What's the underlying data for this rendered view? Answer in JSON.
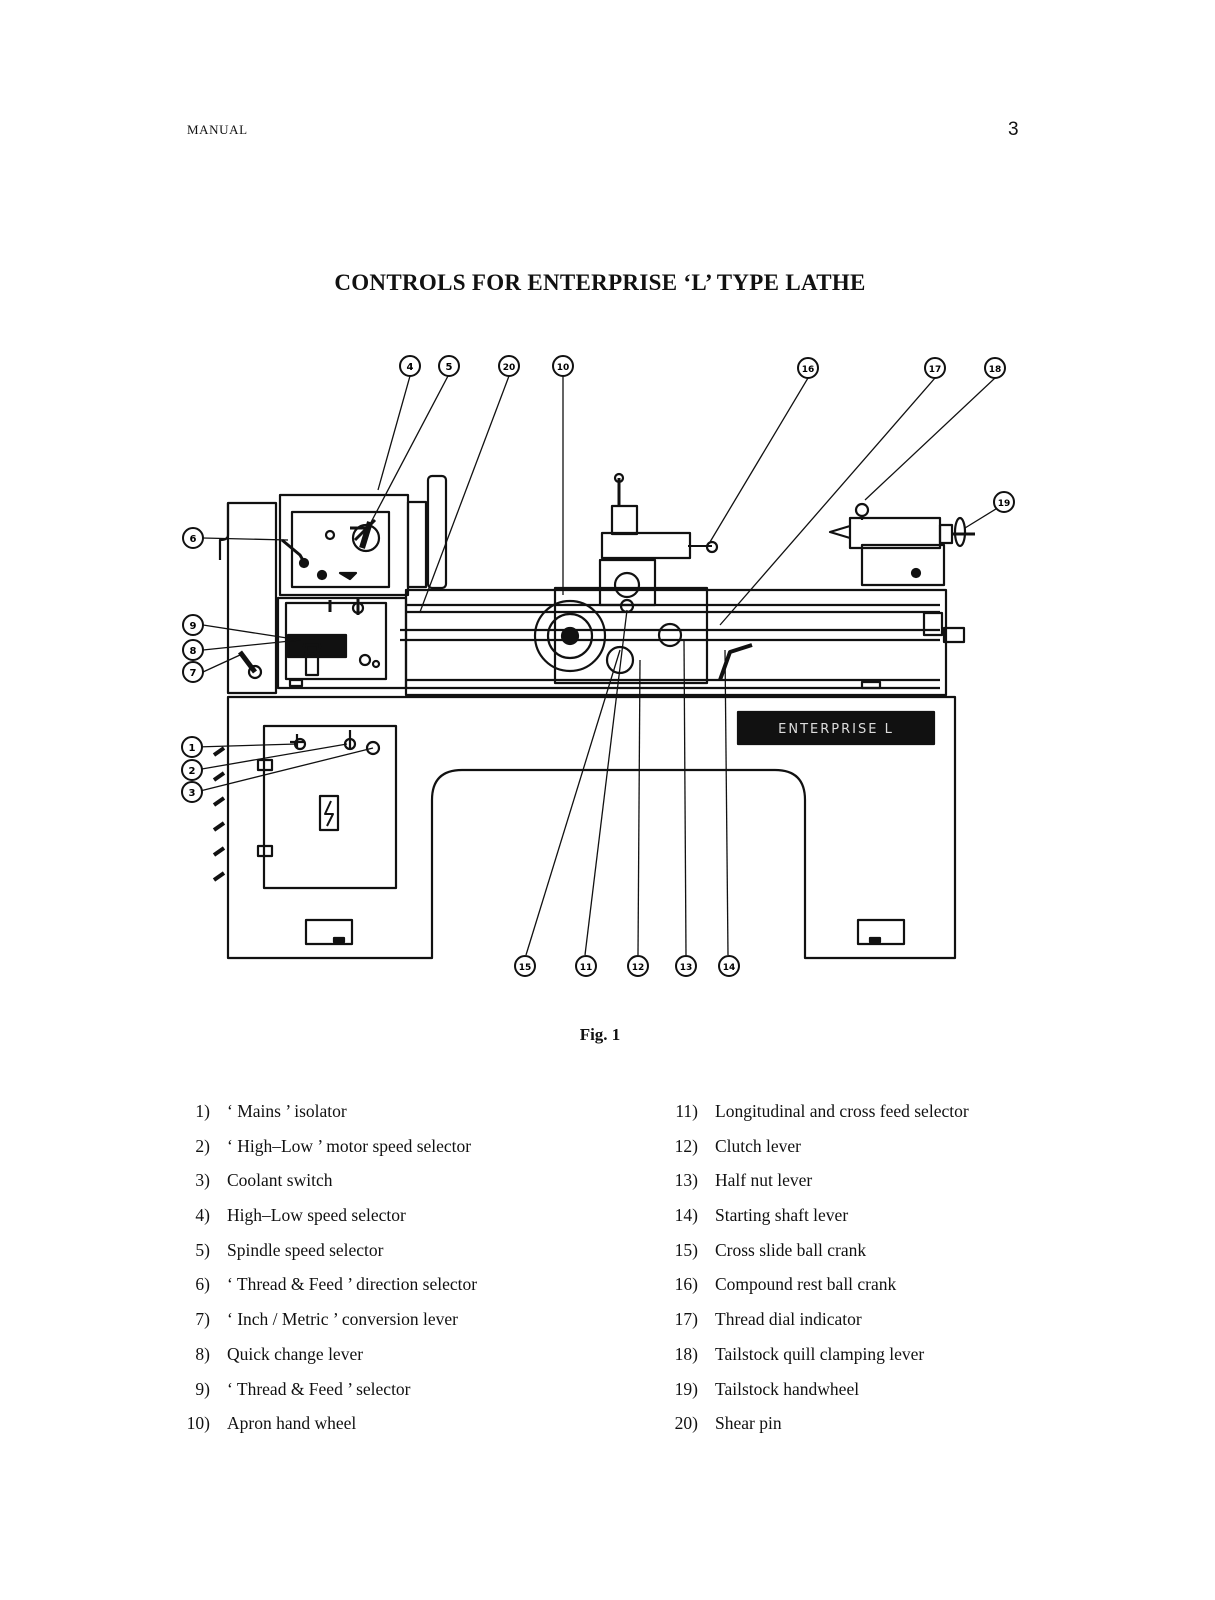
{
  "header": {
    "left": "MANUAL",
    "page_number": "3"
  },
  "title": "CONTROLS FOR ENTERPRISE ‘L’ TYPE LATHE",
  "figure": {
    "caption": "Fig. 1",
    "nameplate": "ENTERPRISE L",
    "callout_labels": [
      "1",
      "2",
      "3",
      "4",
      "5",
      "6",
      "7",
      "8",
      "9",
      "10",
      "11",
      "12",
      "13",
      "14",
      "15",
      "16",
      "17",
      "18",
      "19",
      "20"
    ]
  },
  "legend": {
    "left": [
      {
        "num": "1)",
        "text": "‘ Mains ’ isolator"
      },
      {
        "num": "2)",
        "text": "‘ High–Low ’ motor speed selector"
      },
      {
        "num": "3)",
        "text": "Coolant switch"
      },
      {
        "num": "4)",
        "text": "High–Low speed selector"
      },
      {
        "num": "5)",
        "text": "Spindle speed selector"
      },
      {
        "num": "6)",
        "text": "‘ Thread & Feed ’ direction selector"
      },
      {
        "num": "7)",
        "text": "‘ Inch / Metric ’ conversion lever"
      },
      {
        "num": "8)",
        "text": "Quick change lever"
      },
      {
        "num": "9)",
        "text": "‘ Thread & Feed ’ selector"
      },
      {
        "num": "10)",
        "text": "Apron hand wheel"
      }
    ],
    "right": [
      {
        "num": "11)",
        "text": "Longitudinal and cross feed selector"
      },
      {
        "num": "12)",
        "text": "Clutch lever"
      },
      {
        "num": "13)",
        "text": "Half nut lever"
      },
      {
        "num": "14)",
        "text": "Starting shaft lever"
      },
      {
        "num": "15)",
        "text": "Cross slide ball crank"
      },
      {
        "num": "16)",
        "text": "Compound rest ball crank"
      },
      {
        "num": "17)",
        "text": "Thread dial indicator"
      },
      {
        "num": "18)",
        "text": "Tailstock quill clamping lever"
      },
      {
        "num": "19)",
        "text": "Tailstock handwheel"
      },
      {
        "num": "20)",
        "text": "Shear pin"
      }
    ]
  }
}
